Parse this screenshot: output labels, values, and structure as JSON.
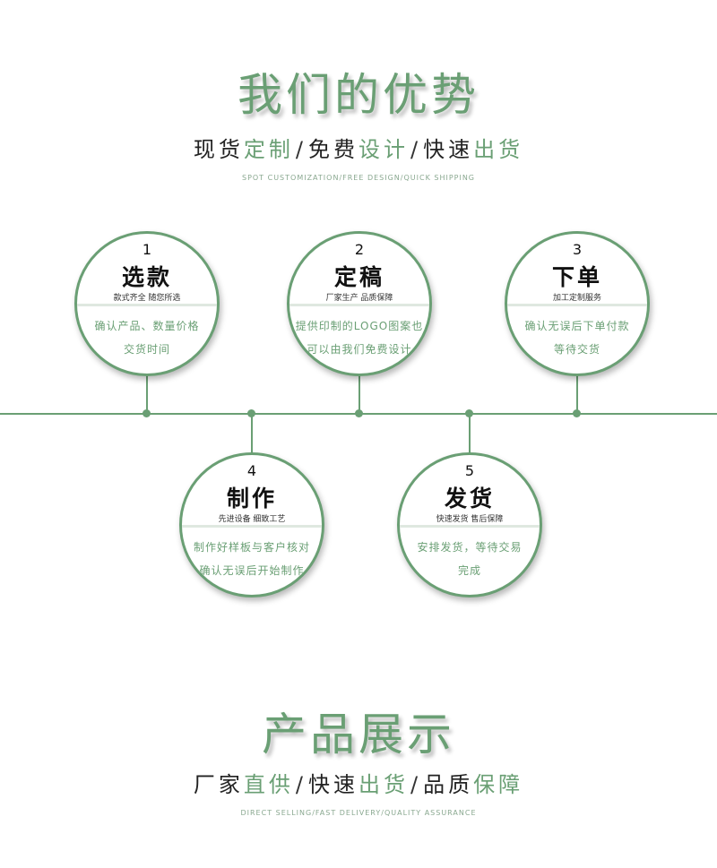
{
  "sections": {
    "advantages": {
      "title": "我们的优势",
      "sub": [
        "现货",
        "定制",
        "/",
        "免费",
        "设计",
        "/",
        "快速",
        "出货"
      ],
      "en": "SPOT CUSTOMIZATION/FREE DESIGN/QUICK SHIPPING"
    },
    "showcase": {
      "title": "产品展示",
      "sub": [
        "厂家",
        "直供",
        "/",
        "快速",
        "出货",
        "/",
        "品质",
        "保障"
      ],
      "en": "DIRECT SELLING/FAST DELIVERY/QUALITY ASSURANCE"
    }
  },
  "steps": [
    {
      "num": "1",
      "title": "选款",
      "desc": "款式齐全 随您所选",
      "line1": "确认产品、数量价格",
      "line2": "交货时间"
    },
    {
      "num": "2",
      "title": "定稿",
      "desc": "厂家生产 品质保障",
      "line1": "提供印制的LOGO图案也",
      "line2": "可以由我们免费设计"
    },
    {
      "num": "3",
      "title": "下单",
      "desc": "加工定制服务",
      "line1": "确认无误后下单付款",
      "line2": "等待交货"
    },
    {
      "num": "4",
      "title": "制作",
      "desc": "先进设备 细致工艺",
      "line1": "制作好样板与客户核对",
      "line2": "确认无误后开始制作"
    },
    {
      "num": "5",
      "title": "发货",
      "desc": "快速发货 售后保障",
      "line1": "安排发货，等待交易",
      "line2": "完成"
    }
  ],
  "colors": {
    "accent": "#6a9f74",
    "text": "#222222",
    "band": "#dfe8e0"
  }
}
